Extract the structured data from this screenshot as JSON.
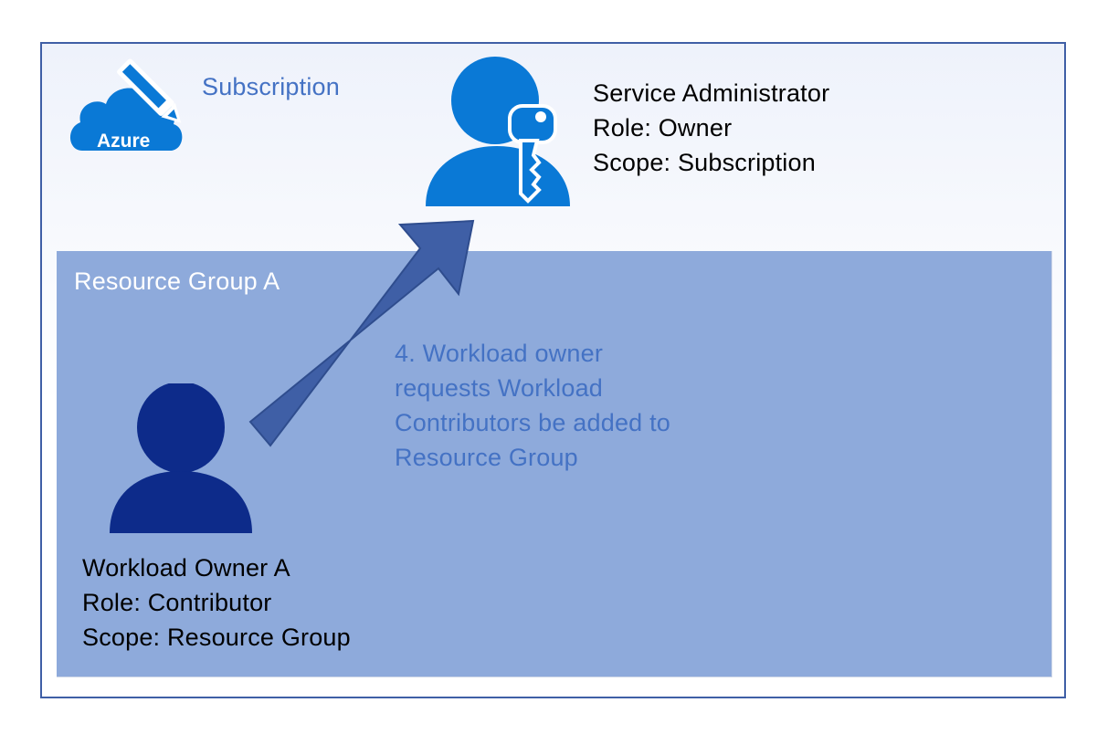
{
  "colors": {
    "subscription_border": "#3f5fa6",
    "resource_group_fill": "#8eaadb",
    "admin_icon": "#0a79d6",
    "owner_icon": "#0d2b8a",
    "arrow": "#3f5fa6",
    "accent_text": "#4472c4"
  },
  "subscription": {
    "label": "Subscription",
    "azure_logo_text": "Azure",
    "icon": "azure-cloud-pencil-icon"
  },
  "service_admin": {
    "icon": "user-key-icon",
    "lines": [
      "Service Administrator",
      "Role: Owner",
      "Scope: Subscription"
    ]
  },
  "resource_group": {
    "label": "Resource Group A"
  },
  "workload_owner": {
    "icon": "user-icon",
    "lines": [
      "Workload Owner A",
      "Role: Contributor",
      "Scope: Resource Group"
    ]
  },
  "request": {
    "lines": [
      "4. Workload owner",
      "requests Workload",
      "Contributors be added to",
      "Resource Group"
    ]
  }
}
